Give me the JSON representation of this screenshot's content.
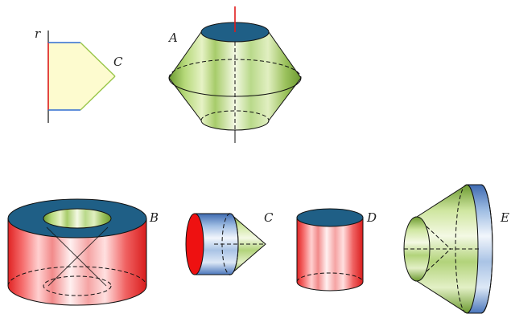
{
  "labels": {
    "axis": "r",
    "plane_shape": "C",
    "solid_a": "A",
    "solid_b": "B",
    "solid_c": "C",
    "solid_d": "D",
    "solid_e": "E"
  },
  "colors": {
    "cap_blue": "#1f5f86",
    "cap_red": "#ee1111",
    "axis_red": "#e01b1b",
    "shape_fill": "#fdfbcf",
    "shape_edge_green": "#9ac64a",
    "shape_edge_blue": "#2f6bd0",
    "green_light": "#e6f4c6",
    "green_mid": "#a9d16a",
    "green_dark": "#6c9a30",
    "red_light": "#ffd8d8",
    "red_mid": "#f26b6b",
    "red_dark": "#e02424",
    "blue_light": "#e7eef9",
    "blue_mid": "#8ab0dc",
    "blue_dark": "#3e6ab1"
  }
}
